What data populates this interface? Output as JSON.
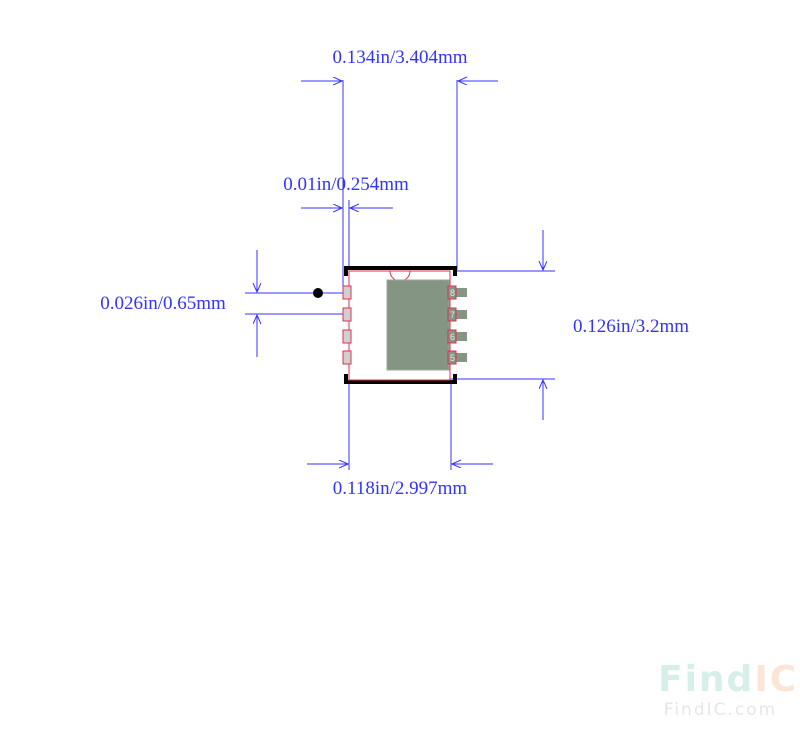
{
  "dimensions": {
    "overall_width": "0.134in/3.404mm",
    "pad_offset": "0.01in/0.254mm",
    "pitch": "0.026in/0.65mm",
    "body_height": "0.126in/3.2mm",
    "body_width": "0.118in/2.997mm"
  },
  "pins": {
    "right": [
      "8",
      "7",
      "6",
      "5"
    ]
  },
  "watermark": {
    "logo_part1": "Find",
    "logo_part2": "IC",
    "site": "FindIC.com"
  },
  "colors": {
    "dimension": "#3333ff",
    "outline": "#e03050",
    "pad": "#d0d0d0",
    "tab": "#849683",
    "body": "#000000"
  }
}
